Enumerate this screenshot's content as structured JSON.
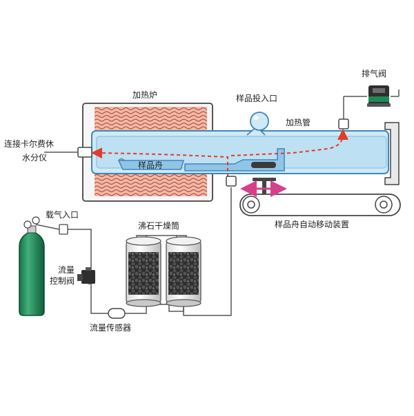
{
  "labels": {
    "furnace": "加热炉",
    "sample_inlet": "样品投入口",
    "heating_tube": "加热管",
    "exhaust_valve": "排气阀",
    "kf_line1": "连接卡尔费休",
    "kf_line2": "水分仪",
    "sample_boat": "样品舟",
    "boat_mover": "样品舟自动移动装置",
    "carrier_inlet": "载气入口",
    "flow_valve_line1": "流量",
    "flow_valve_line2": "控制阀",
    "zeolite": "沸石干燥筒",
    "flow_sensor": "流量传感器"
  },
  "colors": {
    "tube_fill": "#cfe9f7",
    "tube_stroke": "#3f86b8",
    "furnace_fill": "#f3b9a8",
    "furnace_wave": "#b45a44",
    "gas_flow_arrow": "#e23b2a",
    "move_arrow": "#d63f8a",
    "cylinder": "#1f8a55"
  }
}
